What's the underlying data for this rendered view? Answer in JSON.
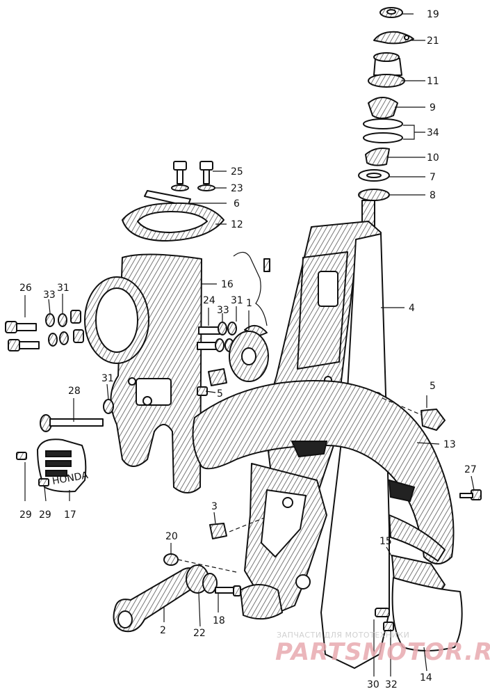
{
  "watermark": {
    "line1": "ЗАПЧАСТИ ДЛЯ МОТОТЕХНИКИ",
    "line2": "PARTSMOTOR.RU"
  },
  "part_labels": {
    "p19": "19",
    "p21": "21",
    "p11": "11",
    "p9": "9",
    "p34": "34",
    "p10": "10",
    "p7": "7",
    "p8": "8",
    "p25": "25",
    "p23": "23",
    "p6": "6",
    "p12": "12",
    "p16": "16",
    "p4": "4",
    "p26": "26",
    "p33a": "33",
    "p31a": "31",
    "p24": "24",
    "p33b": "33",
    "p31b": "31",
    "p1": "1",
    "p5a": "5",
    "p5b": "5",
    "p28": "28",
    "p31c": "31",
    "p13": "13",
    "p27": "27",
    "p29a": "29",
    "p29b": "29",
    "p17": "17",
    "p3": "3",
    "p20": "20",
    "p15": "15",
    "p2": "2",
    "p22": "22",
    "p18": "18",
    "p30": "30",
    "p32": "32",
    "p14": "14"
  },
  "plate_text": "HONDA"
}
